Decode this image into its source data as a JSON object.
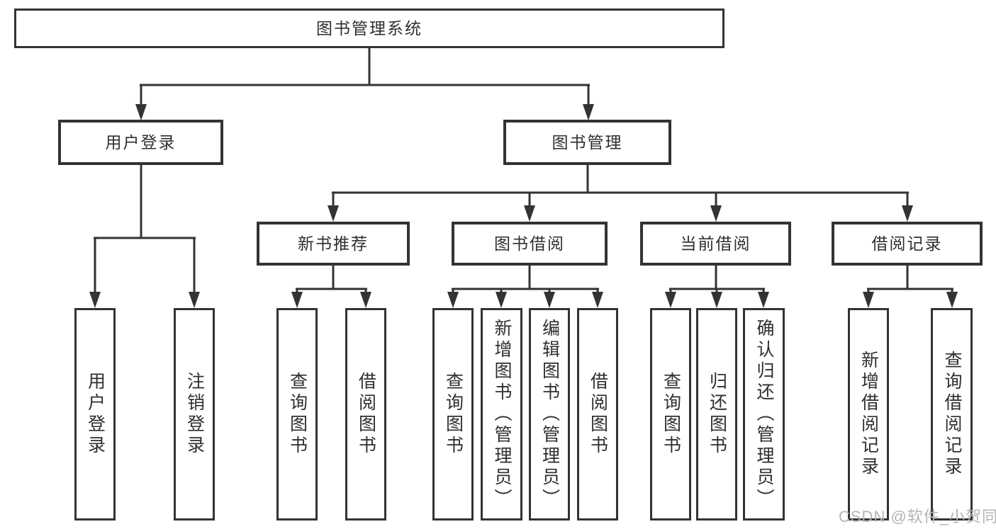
{
  "diagram": {
    "nodes": {
      "root": "图书管理系统",
      "user_login": "用户登录",
      "book_management": "图书管理",
      "new_book_recommend": "新书推荐",
      "book_borrow": "图书借阅",
      "current_borrow": "当前借阅",
      "borrow_records": "借阅记录",
      "leaf_user_login": "用户登录",
      "leaf_logout": "注销登录",
      "leaf_query_book_1": "查询图书",
      "leaf_borrow_book_1": "借阅图书",
      "leaf_query_book_2": "查询图书",
      "leaf_add_book": "新增图书（管理员）",
      "leaf_edit_book": "编辑图书（管理员）",
      "leaf_borrow_book_2": "借阅图书",
      "leaf_query_book_3": "查询图书",
      "leaf_return_book": "归还图书",
      "leaf_confirm_return": "确认归还（管理员）",
      "leaf_add_borrow_record": "新增借阅记录",
      "leaf_query_borrow_record": "查询借阅记录"
    },
    "hierarchy": {
      "图书管理系统": [
        "用户登录",
        "图书管理"
      ],
      "用户登录": [
        "用户登录",
        "注销登录"
      ],
      "图书管理": [
        "新书推荐",
        "图书借阅",
        "当前借阅",
        "借阅记录"
      ],
      "新书推荐": [
        "查询图书",
        "借阅图书"
      ],
      "图书借阅": [
        "查询图书",
        "新增图书（管理员）",
        "编辑图书（管理员）",
        "借阅图书"
      ],
      "当前借阅": [
        "查询图书",
        "归还图书",
        "确认归还（管理员）"
      ],
      "借阅记录": [
        "新增借阅记录",
        "查询借阅记录"
      ]
    },
    "watermark": "CSDN @软件_小贺同学",
    "colors": {
      "line": "#333333",
      "text": "#2f2f2f",
      "watermark": "#b4b4b4",
      "background": "#ffffff"
    }
  }
}
